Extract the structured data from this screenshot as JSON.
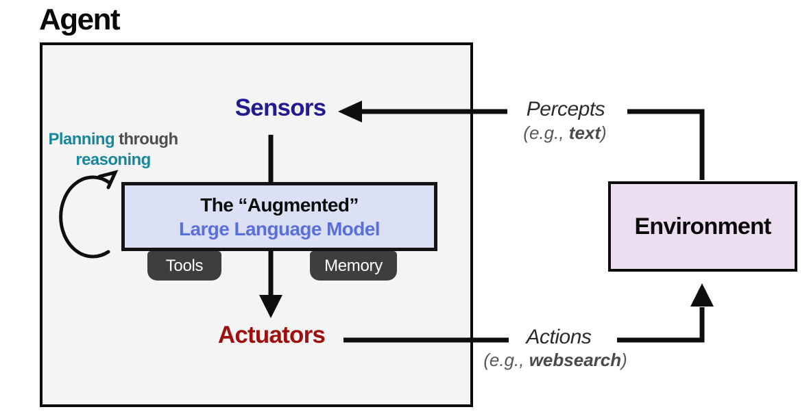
{
  "colors": {
    "navy": "#221b90",
    "red": "#9e100d",
    "teal": "#17879b",
    "periwinkle": "#5a6fd8",
    "llm-fill": "#dce0f5",
    "env-fill": "#ecdef0",
    "tab-bg": "#3e3e3e",
    "agent-fill": "#f4f4f5",
    "gray-dark": "#4d4d4d",
    "gray-mid": "#575757"
  },
  "agent": {
    "title": "Agent",
    "sensors_label": "Sensors",
    "actuators_label": "Actuators",
    "planning": {
      "word1": "Planning",
      "word2": " through",
      "line2": "reasoning"
    },
    "llm_box": {
      "line1": "The “Augmented”",
      "line2": "Large Language Model"
    },
    "tabs": {
      "tools": "Tools",
      "memory": "Memory"
    }
  },
  "external": {
    "percepts": {
      "label": "Percepts",
      "example_prefix": "(e.g., ",
      "example_bold": "text",
      "example_suffix": ")"
    },
    "actions": {
      "label": "Actions",
      "example_prefix": "(e.g., ",
      "example_bold": "websearch",
      "example_suffix": ")"
    },
    "environment_label": "Environment"
  }
}
